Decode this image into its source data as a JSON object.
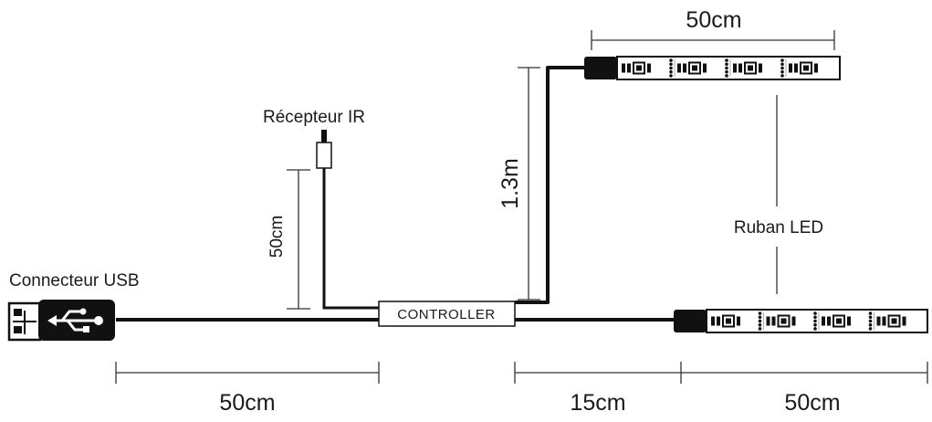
{
  "labels": {
    "usb_connector": "Connecteur USB",
    "ir_receiver": "Récepteur IR",
    "led_strip": "Ruban LED",
    "controller": "CONTROLLER"
  },
  "dimensions": {
    "top_strip_length": "50cm",
    "ir_cable_length": "50cm",
    "branch_height": "1.3m",
    "usb_cable_length": "50cm",
    "controller_to_strip": "15cm",
    "bottom_strip_length": "50cm"
  },
  "colors": {
    "cable": "#111111",
    "strip_outline": "#111111",
    "background": "#ffffff"
  },
  "icons": {
    "usb": "usb-symbol-icon"
  }
}
